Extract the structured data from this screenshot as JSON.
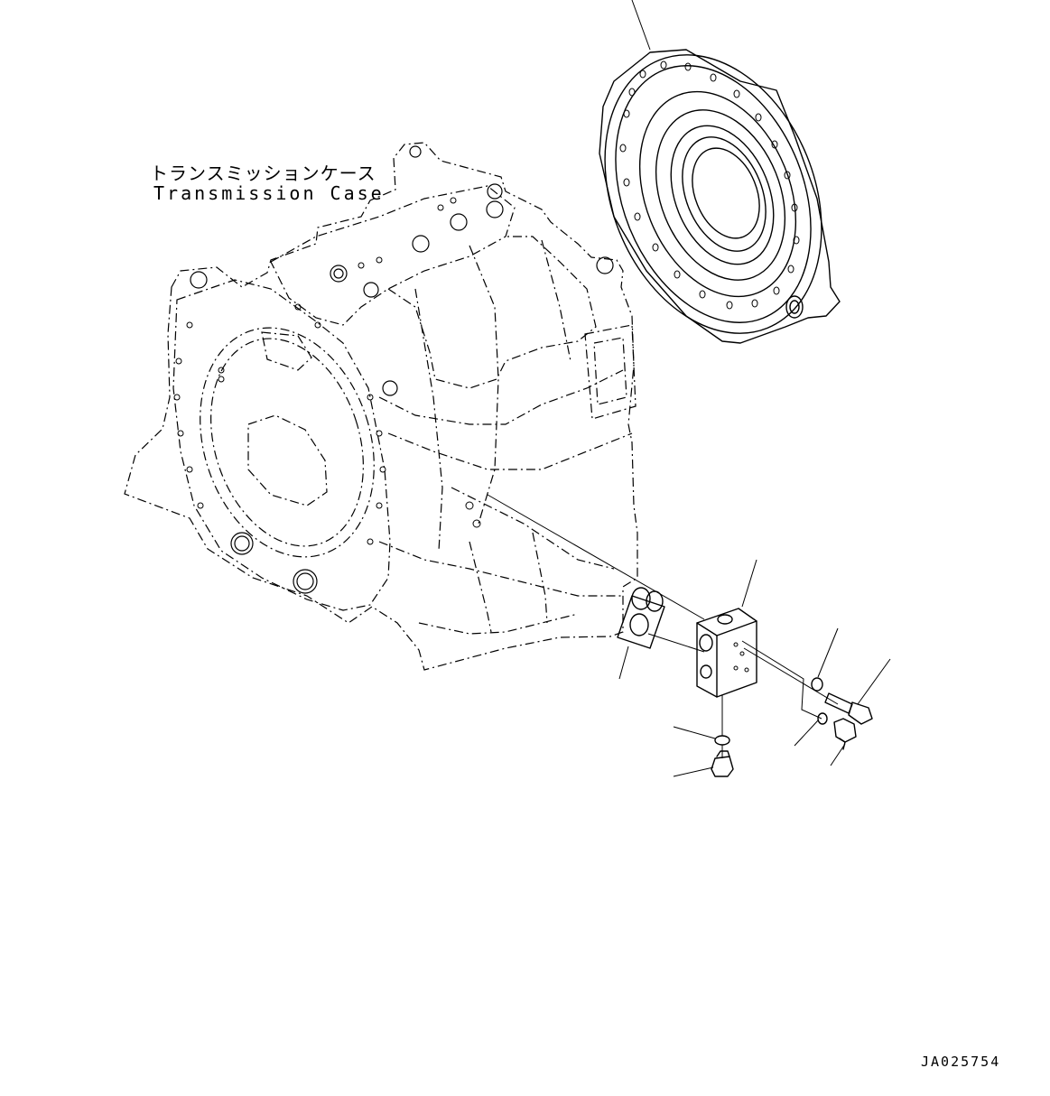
{
  "case_label": {
    "japanese": "トランスミッションケース",
    "english": "Transmission Case"
  },
  "drawing_code": "JA025754"
}
